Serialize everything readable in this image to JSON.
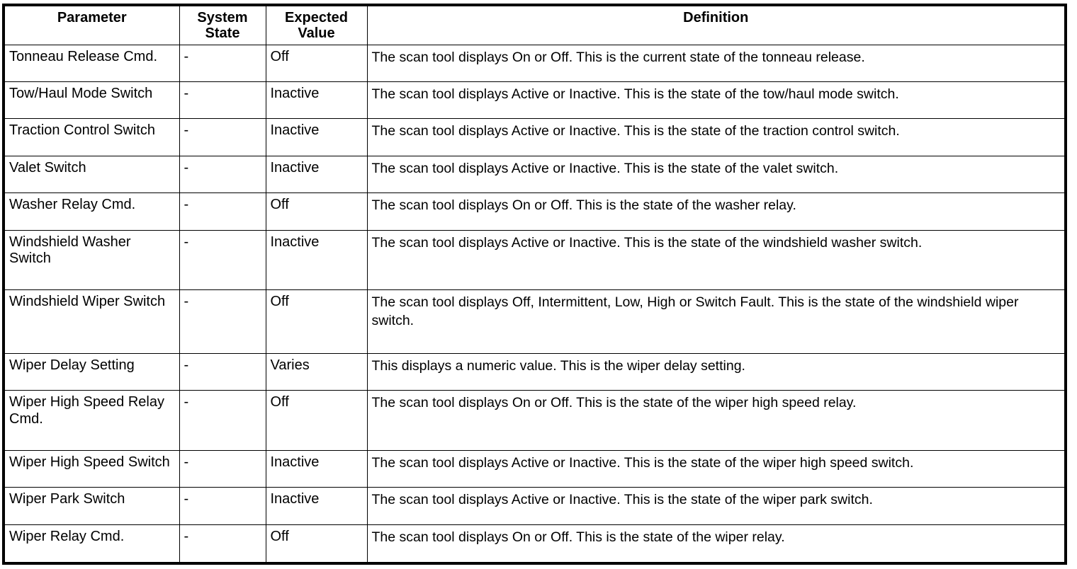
{
  "table": {
    "headers": {
      "parameter": "Parameter",
      "system_state": "System State",
      "expected_value": "Expected Value",
      "definition": "Definition"
    },
    "rows": [
      {
        "parameter": "Tonneau Release Cmd.",
        "system_state": "-",
        "expected_value": "Off",
        "definition": "The scan tool displays On or Off. This is the current state of the tonneau release."
      },
      {
        "parameter": "Tow/Haul Mode Switch",
        "system_state": "-",
        "expected_value": "Inactive",
        "definition": "The scan tool displays Active or Inactive. This is the state of the tow/haul mode switch."
      },
      {
        "parameter": "Traction Control Switch",
        "system_state": "-",
        "expected_value": "Inactive",
        "definition": "The scan tool displays Active or Inactive. This is the state of the traction control switch."
      },
      {
        "parameter": "Valet Switch",
        "system_state": "-",
        "expected_value": "Inactive",
        "definition": "The scan tool displays Active or Inactive. This is the state of the valet switch."
      },
      {
        "parameter": "Washer Relay Cmd.",
        "system_state": "-",
        "expected_value": "Off",
        "definition": "The scan tool displays On or Off. This is the state of the washer relay."
      },
      {
        "parameter": "Windshield Washer Switch",
        "system_state": "-",
        "expected_value": "Inactive",
        "definition": "The scan tool displays Active or Inactive. This is the state of the windshield washer switch."
      },
      {
        "parameter": "Windshield Wiper Switch",
        "system_state": "-",
        "expected_value": "Off",
        "definition": "The scan tool displays Off, Intermittent, Low, High or Switch Fault. This is the state of the windshield wiper switch."
      },
      {
        "parameter": "Wiper Delay Setting",
        "system_state": "-",
        "expected_value": "Varies",
        "definition": "This displays a numeric value. This is the wiper delay setting."
      },
      {
        "parameter": "Wiper High Speed Relay Cmd.",
        "system_state": "-",
        "expected_value": "Off",
        "definition": "The scan tool displays On or Off. This is the state of the wiper high speed relay."
      },
      {
        "parameter": "Wiper High Speed Switch",
        "system_state": "-",
        "expected_value": "Inactive",
        "definition": "The scan tool displays Active or Inactive. This is the state of the wiper high speed switch."
      },
      {
        "parameter": "Wiper Park Switch",
        "system_state": "-",
        "expected_value": "Inactive",
        "definition": "The scan tool displays Active or Inactive. This is the state of the wiper park switch."
      },
      {
        "parameter": "Wiper Relay Cmd.",
        "system_state": "-",
        "expected_value": "Off",
        "definition": "The scan tool displays On or Off. This is the state of the wiper relay."
      }
    ]
  }
}
